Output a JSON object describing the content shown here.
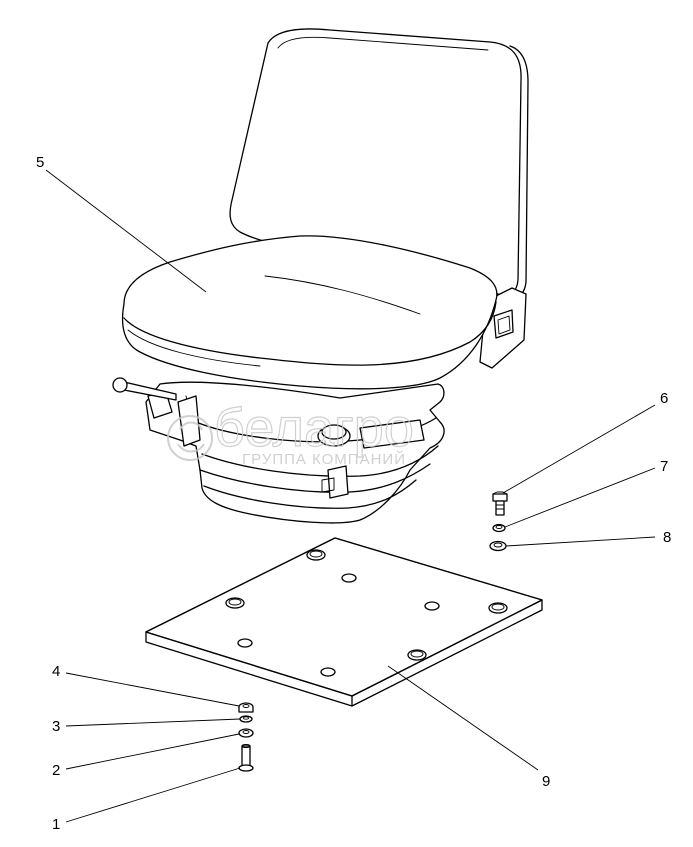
{
  "callouts": {
    "c1": "1",
    "c2": "2",
    "c3": "3",
    "c4": "4",
    "c5": "5",
    "c6": "6",
    "c7": "7",
    "c8": "8",
    "c9": "9"
  },
  "watermark": {
    "brand": "белагро",
    "subtitle": "ГРУППА КОМПАНИЙ"
  }
}
